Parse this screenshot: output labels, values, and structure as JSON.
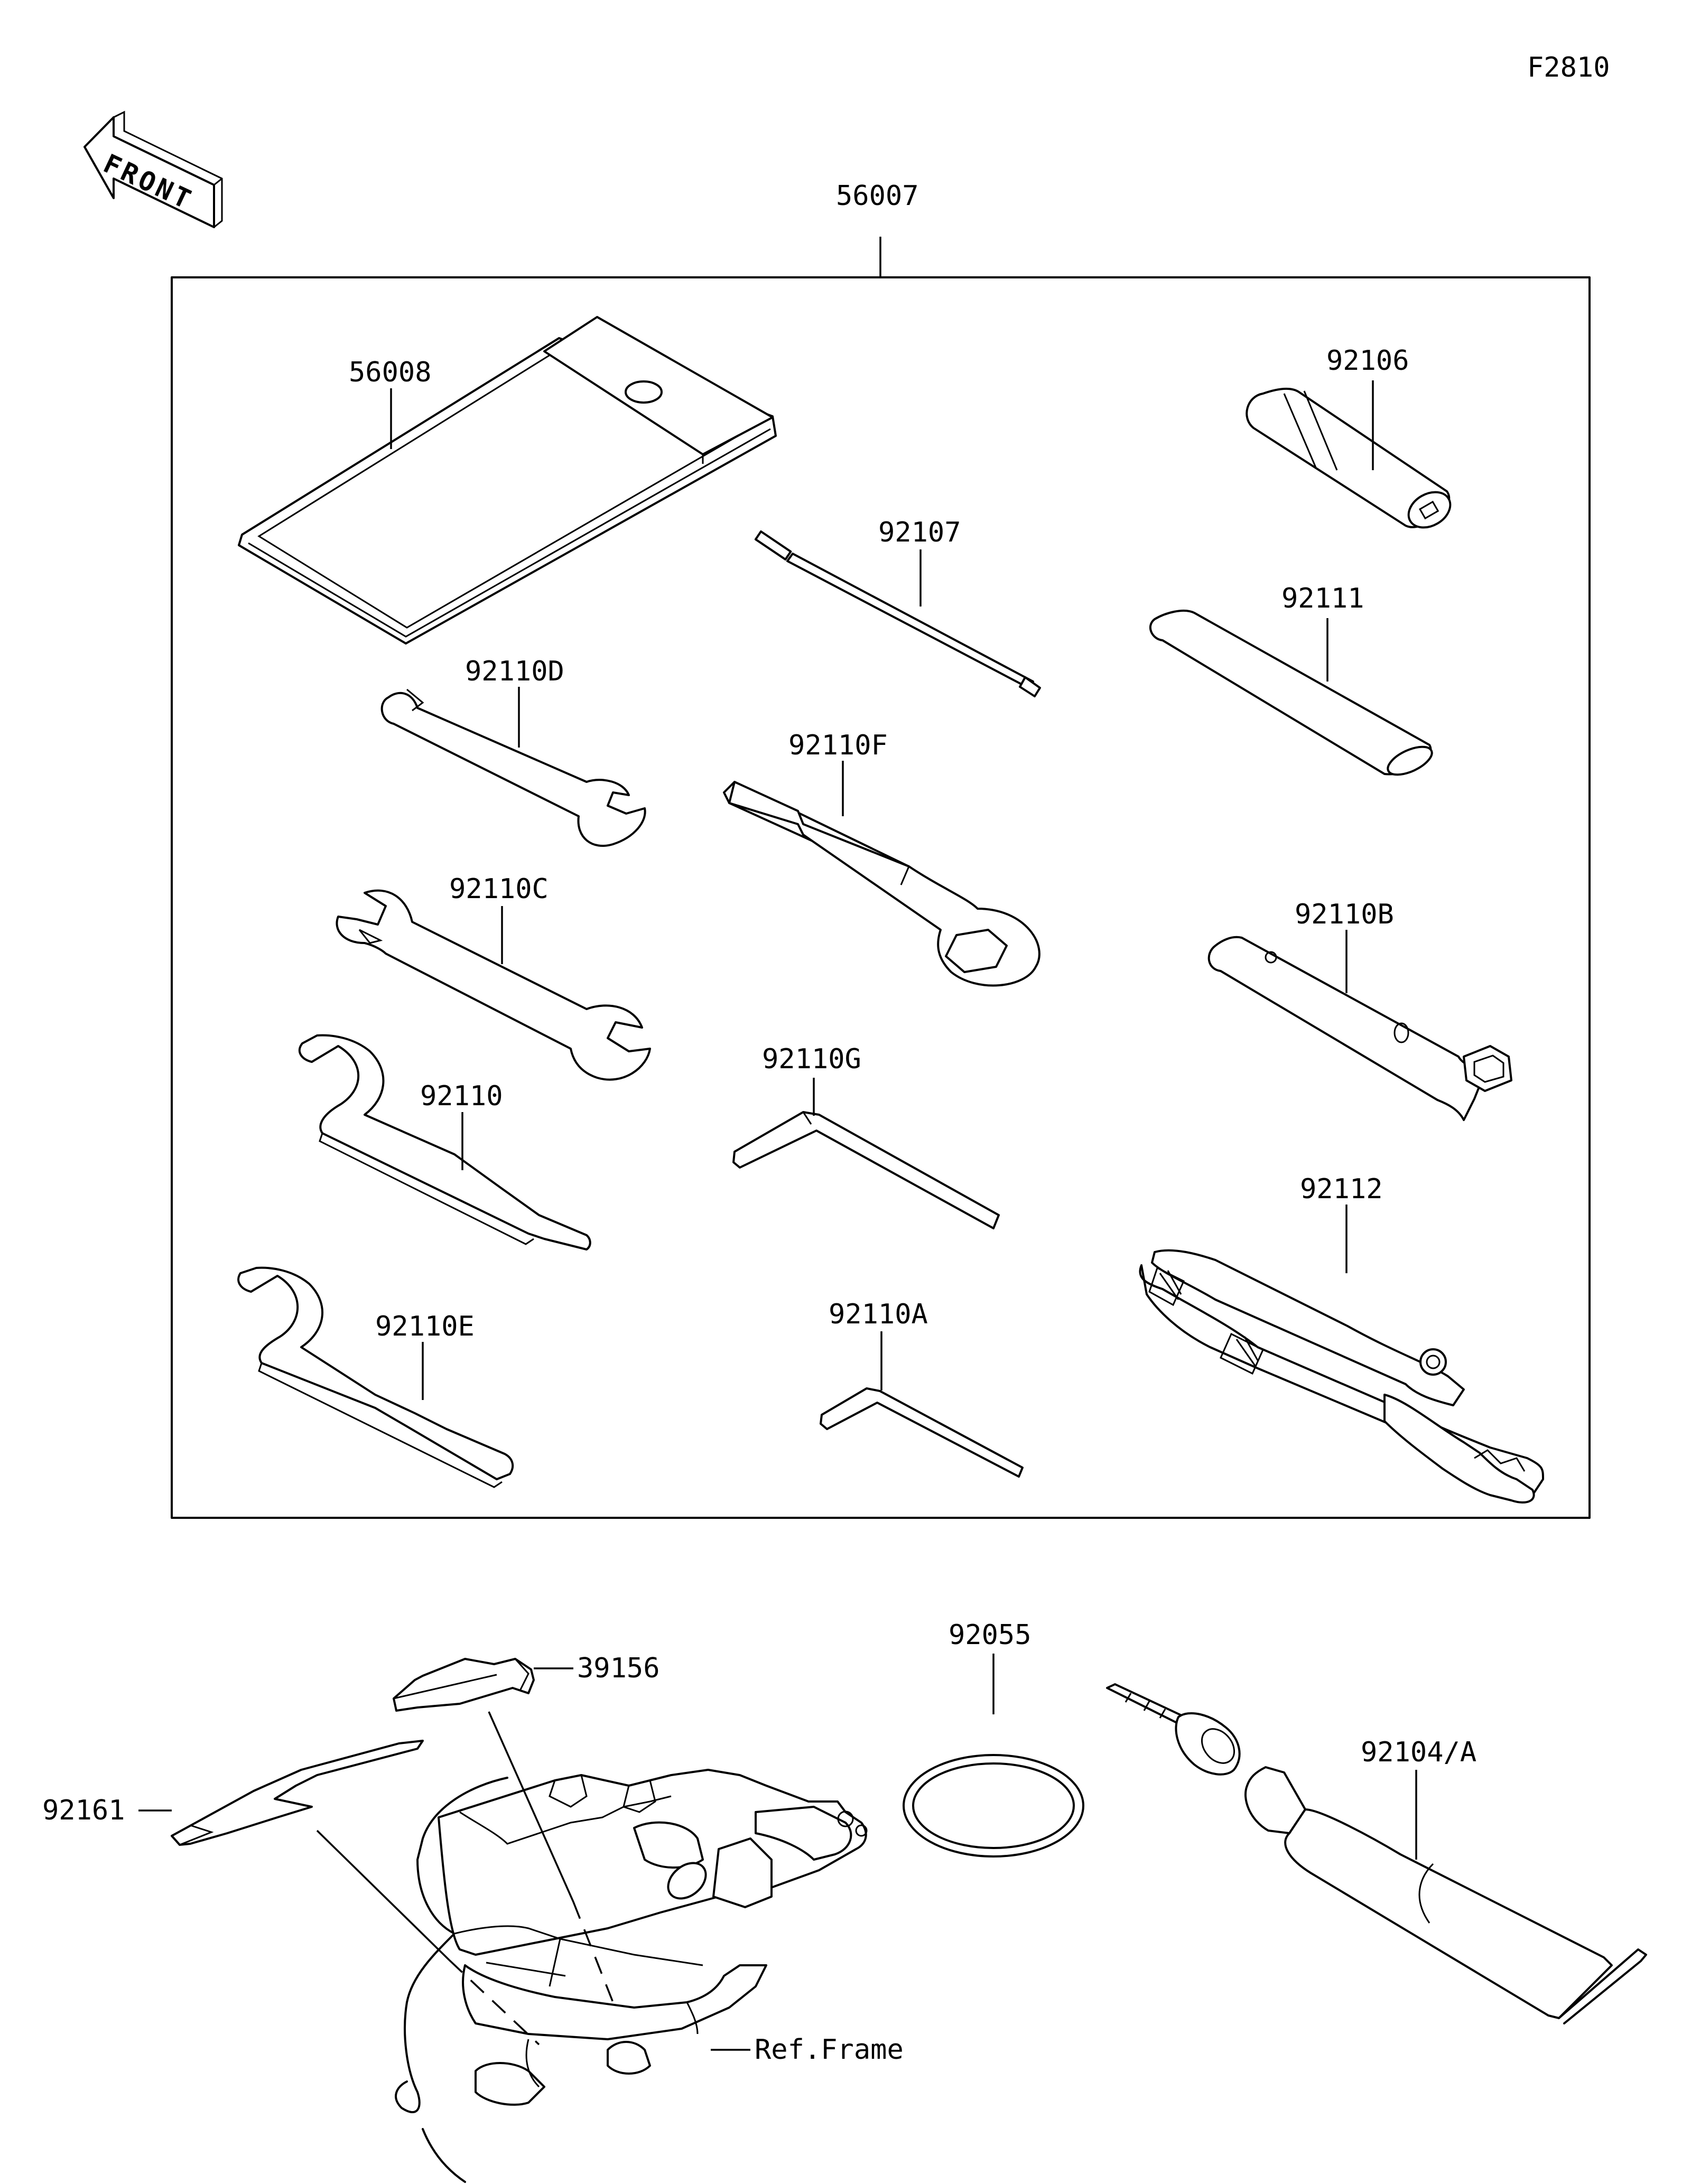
{
  "diagram": {
    "figure_code": "F2810",
    "front_label": "FRONT",
    "labels": {
      "toolkit_set": "56007",
      "pouch": "56008",
      "handle_92106": "92106",
      "screwdriver_92107": "92107",
      "bar_92111": "92111",
      "wrench_92110D": "92110D",
      "ring_wrench_92110F": "92110F",
      "wrench_92110C": "92110C",
      "box_wrench_92110B": "92110B",
      "hex_key_92110G": "92110G",
      "spanner_92110": "92110",
      "pliers_92112": "92112",
      "spanner_92110E": "92110E",
      "hex_key_92110A": "92110A",
      "clip_39156": "39156",
      "oring_92055": "92055",
      "plate_92161": "92161",
      "grease_92104A": "92104/A",
      "ref_frame": "Ref.Frame"
    }
  }
}
